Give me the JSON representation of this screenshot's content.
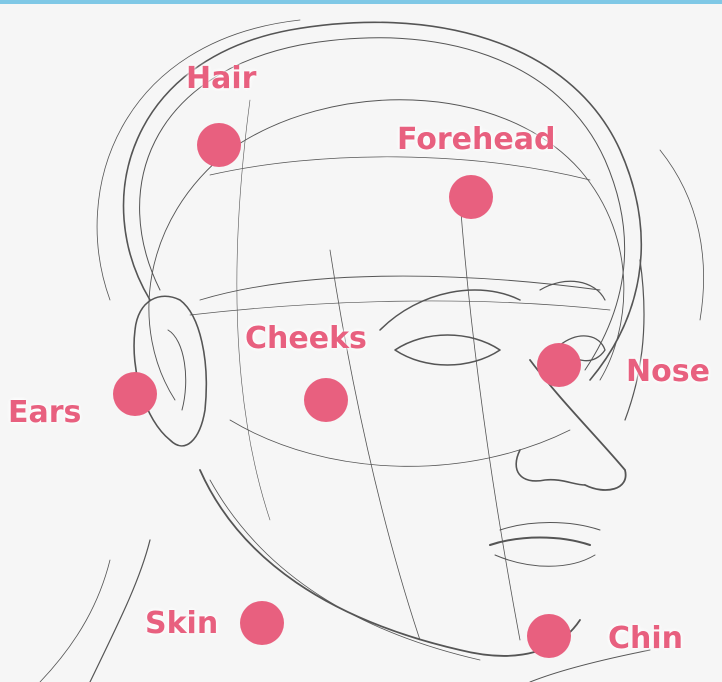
{
  "colors": {
    "accent": "#e8607f",
    "top_bar": "#7fc8e6",
    "sketch_line": "#3a3a3a",
    "paper": "#f6f6f6"
  },
  "labels": {
    "hair": "Hair",
    "forehead": "Forehead",
    "cheeks": "Cheeks",
    "nose": "Nose",
    "ears": "Ears",
    "skin": "Skin",
    "chin": "Chin"
  }
}
